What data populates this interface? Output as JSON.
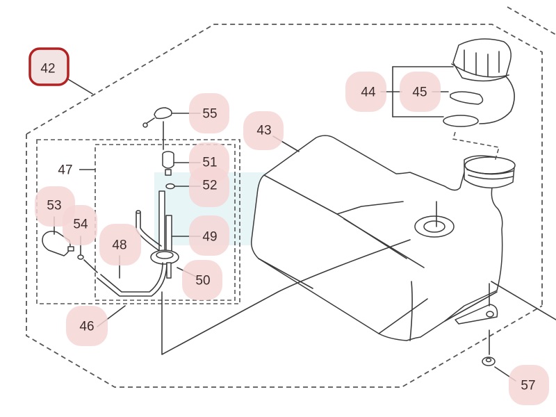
{
  "diagram": {
    "title": "Fuel tank assembly exploded parts view",
    "highlight_color": "#b22222",
    "callout_color": "#f6d6d6",
    "callouts": [
      {
        "id": "42",
        "text": "42",
        "highlighted": true
      },
      {
        "id": "43",
        "text": "43"
      },
      {
        "id": "44",
        "text": "44"
      },
      {
        "id": "45",
        "text": "45"
      },
      {
        "id": "46",
        "text": "46"
      },
      {
        "id": "47",
        "text": "47"
      },
      {
        "id": "48",
        "text": "48"
      },
      {
        "id": "49",
        "text": "49"
      },
      {
        "id": "50",
        "text": "50"
      },
      {
        "id": "51",
        "text": "51"
      },
      {
        "id": "52",
        "text": "52"
      },
      {
        "id": "53",
        "text": "53"
      },
      {
        "id": "54",
        "text": "54"
      },
      {
        "id": "55",
        "text": "55"
      },
      {
        "id": "57",
        "text": "57"
      }
    ]
  }
}
